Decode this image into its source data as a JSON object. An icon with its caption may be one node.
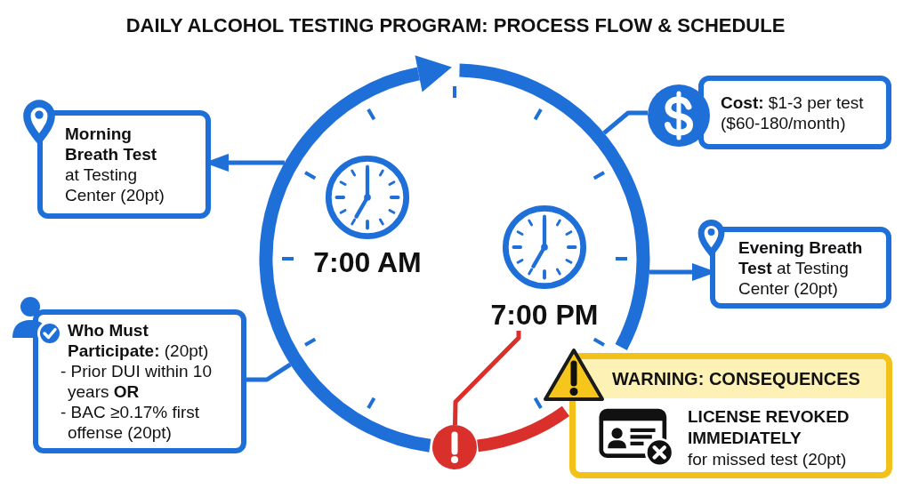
{
  "diagram": {
    "title": "DAILY ALCOHOL TESTING PROGRAM: PROCESS FLOW & SCHEDULE",
    "nodes": [
      {
        "text": [],
        "shape": "circle"
      },
      {
        "text": [
          "**Morning Breath Test** at Testing Center (20pt)"
        ]
      },
      {
        "text": [
          "**Cost:** $1-3 per test ($60-180/month)"
        ]
      },
      {
        "text": [
          "**Evening Breath Test** at Testing Center (20pt)"
        ]
      },
      {
        "text": [
          "**Who Must Participate:** (20pt)",
          "- Prior DUI within 10 years **OR**",
          "- BAC ≥0.17% first offense (20pt)"
        ]
      },
      {
        "text": [
          "WARNING: CONSEQUENCES",
          "LICENSE REVOKED IMMEDIATELY",
          "for missed test (20pt)"
        ]
      },
      {
        "text": [],
        "shape": "circle"
      },
      {
        "text": [
          "7:00 PM"
        ],
        "in": 0
      }
    ],
    "edges": [
      {
        "from": 0,
        "to": 1,
        "arrow": "to"
      },
      {
        "from": 0,
        "to": 3,
        "arrow": "to"
      },
      {
        "from": 4,
        "to": 0,
        "arrow": "none"
      },
      {
        "from": 2,
        "to": 0,
        "arrow": "none"
      },
      {
        "from": 7,
        "to": 6,
        "arrow": "none",
        "color": "#d9302c"
      },
      {
        "from": 6,
        "to": 5,
        "arrow": "none",
        "style": "thick",
        "color": "#d9302c"
      }
    ],
    "labels": [
      "7:00 AM"
    ]
  }
}
